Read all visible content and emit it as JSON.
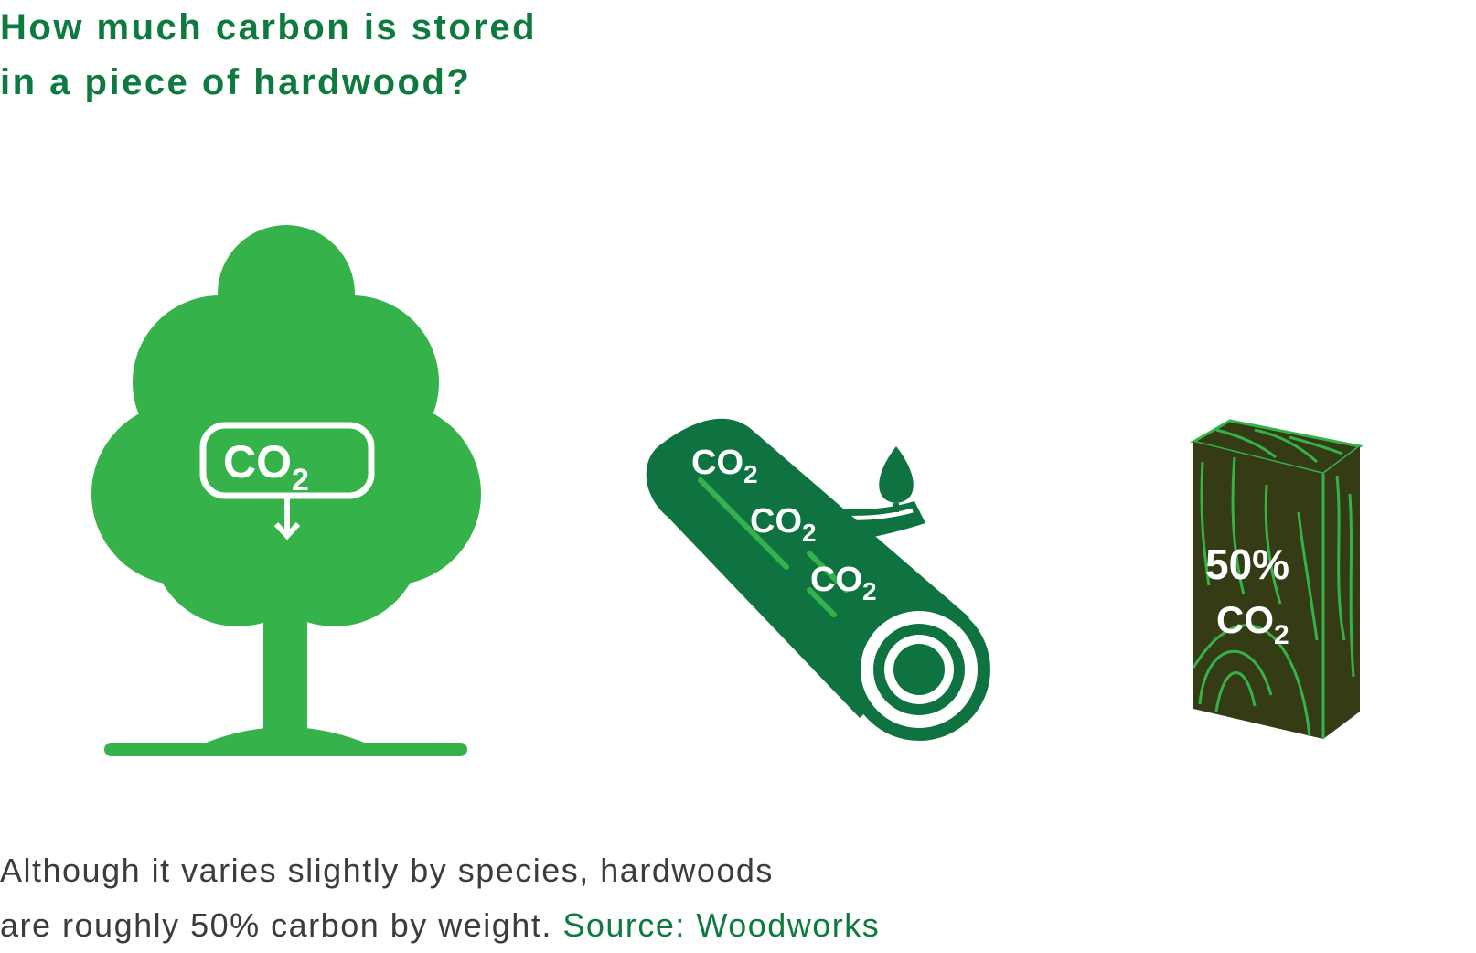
{
  "title": {
    "line1": "How much carbon is stored",
    "line2": "in a piece of hardwood?"
  },
  "tree": {
    "label": "CO",
    "subscript": "2",
    "icon": "tree-icon",
    "color": "#35b34a"
  },
  "log": {
    "labels": [
      {
        "text": "CO",
        "sub": "2"
      },
      {
        "text": "CO",
        "sub": "2"
      },
      {
        "text": "CO",
        "sub": "2"
      }
    ],
    "icon": "log-icon",
    "color": "#0e7340",
    "accent": "#35b34a"
  },
  "block": {
    "percent": "50%",
    "label": "CO",
    "subscript": "2",
    "icon": "wood-block-icon",
    "color": "#353b15",
    "accent": "#35b34a"
  },
  "caption": {
    "line1": "Although it varies slightly by species, hardwoods",
    "line2": "are roughly 50% carbon by weight. ",
    "source": "Source: Woodworks"
  }
}
